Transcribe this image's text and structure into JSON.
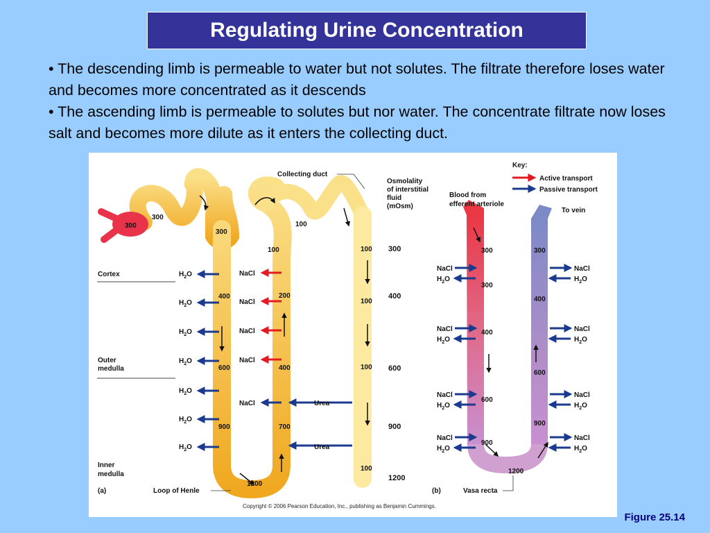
{
  "title": "Regulating Urine Concentration",
  "bullets": [
    "• The descending limb is permeable to water but not solutes. The filtrate therefore loses water and becomes more concentrated as it descends",
    "• The ascending limb is permeable to solutes but nor water. The concentrate filtrate now loses salt and becomes more dilute as it enters the collecting duct."
  ],
  "figure_caption": "Figure 25.14",
  "diagram": {
    "labels": {
      "collecting_duct": "Collecting duct",
      "osmolality": [
        "Osmolality",
        "of interstitial",
        "fluid",
        "(mOsm)"
      ],
      "cortex": "Cortex",
      "outer_medulla": [
        "Outer",
        "medulla"
      ],
      "inner_medulla": [
        "Inner",
        "medulla"
      ],
      "loop_of_henle": "Loop of Henle",
      "panel_a": "(a)",
      "panel_b": "(b)",
      "vasa_recta": "Vasa recta",
      "blood_from": [
        "Blood from",
        "efferent arteriole"
      ],
      "to_vein": "To vein",
      "key": "Key:",
      "active_transport": "Active transport",
      "passive_transport": "Passive transport",
      "copyright": "Copyright © 2006 Pearson Education, Inc., publishing as Benjamin Cummings.",
      "h2o": "H",
      "h2o_sub": "2",
      "h2o_o": "O",
      "nacl": "NaCl",
      "urea": "Urea"
    },
    "nephron_values": {
      "glomerulus": "300",
      "pct_1": "300",
      "pct_2": "300",
      "desc": [
        "400",
        "600",
        "900"
      ],
      "bottom": "1200",
      "asc_top": "100",
      "asc_top2": "100",
      "asc": [
        "200",
        "400",
        "700"
      ],
      "collecting": [
        "100",
        "100",
        "100",
        "100"
      ]
    },
    "interstitial": [
      "300",
      "400",
      "600",
      "900",
      "1200"
    ],
    "vasa_values": {
      "desc": [
        "300",
        "300",
        "400",
        "600",
        "900"
      ],
      "bottom": "1200",
      "asc": [
        "300",
        "400",
        "600",
        "900"
      ]
    },
    "colors": {
      "tubule": "#f6c84a",
      "tubule_light": "#fbe49a",
      "duct": "#fdeaa0",
      "arterial": "#ea3845",
      "venous": "#8a92c8",
      "purple": "#c888c8",
      "active": "#e21b23",
      "passive": "#1a3a8f"
    }
  }
}
